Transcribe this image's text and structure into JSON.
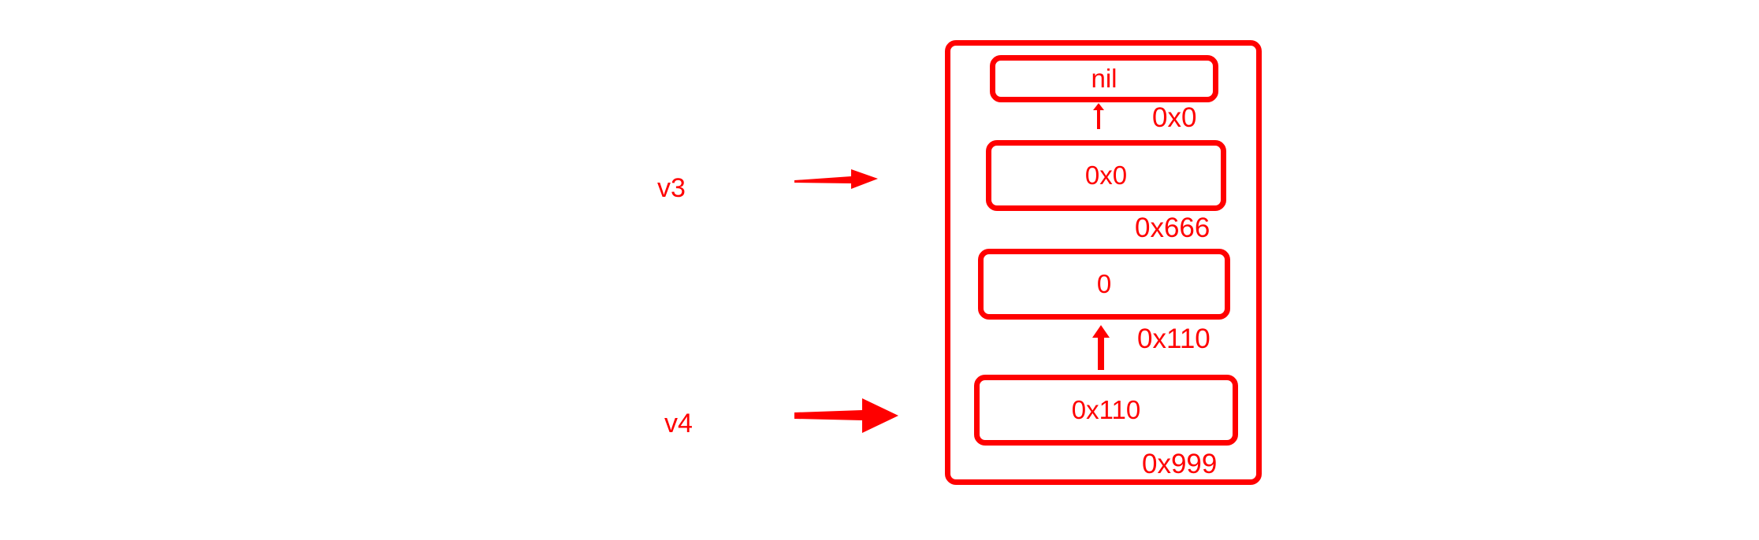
{
  "colors": {
    "accent": "#ff0000",
    "background": "#ffffff"
  },
  "variables": [
    {
      "name": "v3",
      "label": "v3",
      "points_to_address": "0x666"
    },
    {
      "name": "v4",
      "label": "v4",
      "points_to_address": "0x999"
    }
  ],
  "memory": {
    "container_label": "",
    "cells": [
      {
        "value": "nil",
        "address": "0x0"
      },
      {
        "value": "0x0",
        "address": "0x666"
      },
      {
        "value": "0",
        "address": "0x110"
      },
      {
        "value": "0x110",
        "address": "0x999"
      }
    ]
  },
  "arrows": {
    "v3_arrow": "arrow-right-icon",
    "v4_arrow": "arrow-right-icon",
    "internal": [
      {
        "from_cell_address": "0x666",
        "to_cell_address": "0x0",
        "icon": "arrow-up-icon"
      },
      {
        "from_cell_address": "0x999",
        "to_cell_address": "0x110",
        "icon": "arrow-up-icon"
      }
    ]
  }
}
